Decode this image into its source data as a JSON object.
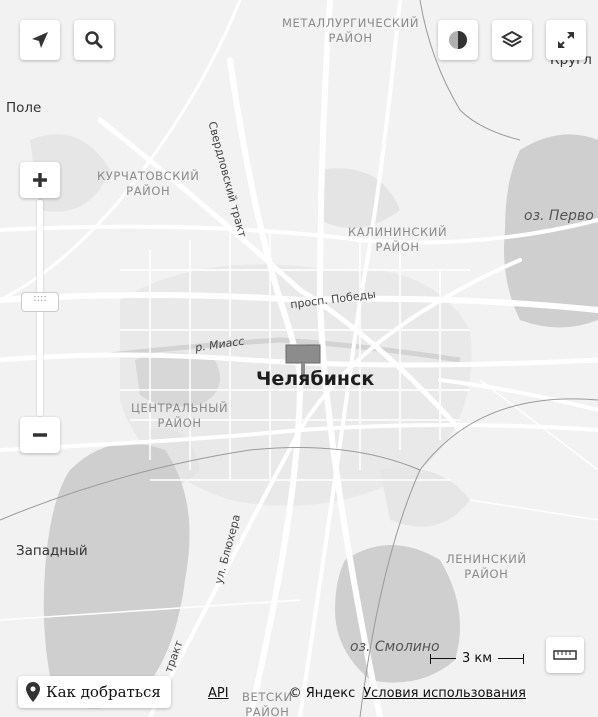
{
  "map": {
    "city": "Челябинск",
    "districts": [
      {
        "id": "metallurgical",
        "lines": [
          "МЕТАЛЛУРГИЧЕСКИЙ",
          "РАЙОН"
        ]
      },
      {
        "id": "kurchatov",
        "lines": [
          "КУРЧАТОВСКИЙ",
          "РАЙОН"
        ]
      },
      {
        "id": "kalinin",
        "lines": [
          "КАЛИНИНСКИЙ",
          "РАЙОН"
        ]
      },
      {
        "id": "central",
        "lines": [
          "ЦЕНТРАЛЬНЫЙ",
          "РАЙОН"
        ]
      },
      {
        "id": "lenin",
        "lines": [
          "ЛЕНИНСКИЙ",
          "РАЙОН"
        ]
      },
      {
        "id": "sovetsky",
        "lines": [
          "ВЕТСКИ",
          "РАЙОН"
        ]
      }
    ],
    "lakes": {
      "pervoe": "оз. Перво",
      "smolino": "оз. Смолино"
    },
    "places": {
      "pole": "Поле",
      "zapadny": "Западный",
      "kruglo": "Кругл"
    },
    "streets": {
      "sverdlovsky": "Свердловский тракт",
      "pobedy": "просп. Победы",
      "miass": "р. Миасс",
      "blyukhera": "ул. Блюхера",
      "trakt": "тракт"
    }
  },
  "controls": {
    "route_label": "Как добраться",
    "api_link": "API",
    "copyright": "© Яндекс",
    "terms_link": "Условия использования",
    "scale_label": "3 км",
    "zoom_handle": "::::"
  },
  "colors": {
    "land": "#f2f2f2",
    "water": "#cfcfcf",
    "road": "#ffffff",
    "marker": "#8c8c8c"
  }
}
